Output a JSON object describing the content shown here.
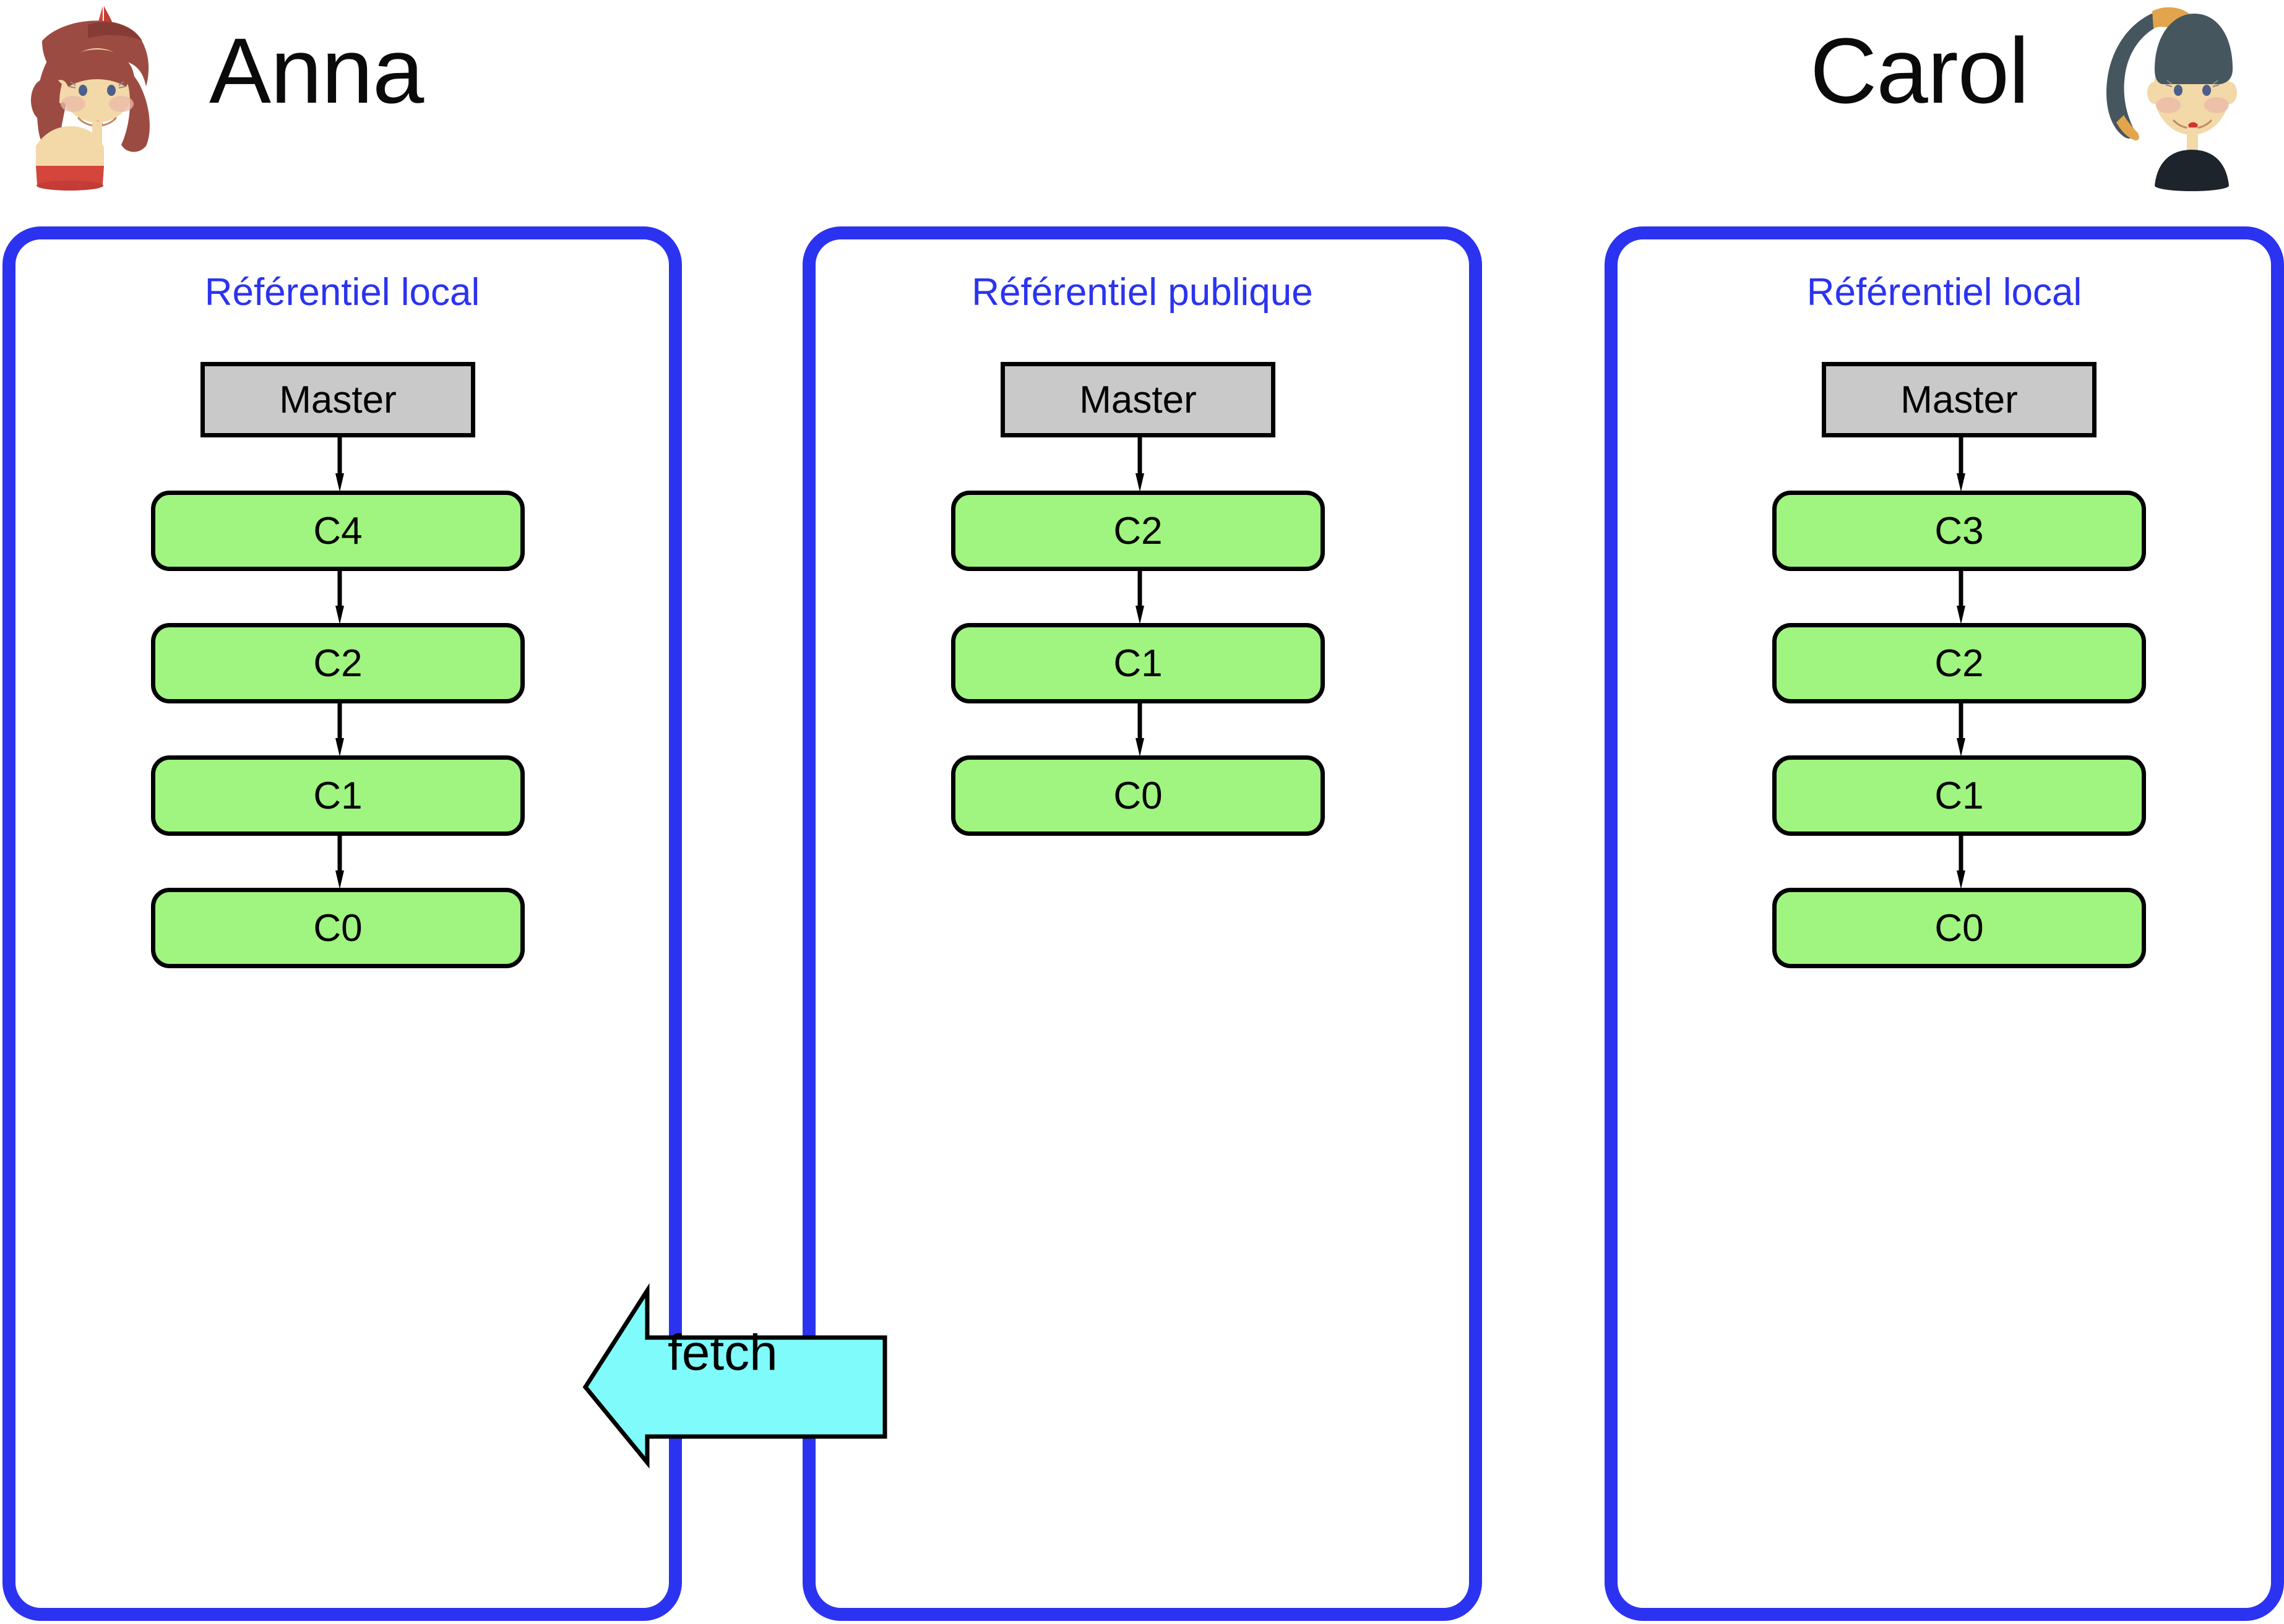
{
  "people": [
    {
      "name": "Anna",
      "avatar_icon": "avatar-anna-icon"
    },
    {
      "name": "Carol",
      "avatar_icon": "avatar-carol-icon"
    }
  ],
  "panels": [
    {
      "id": "anna-local",
      "title": "Référentiel local",
      "branch": "Master",
      "commits": [
        "C4",
        "C2",
        "C1",
        "C0"
      ]
    },
    {
      "id": "public",
      "title": "Référentiel publique",
      "branch": "Master",
      "commits": [
        "C2",
        "C1",
        "C0"
      ]
    },
    {
      "id": "carol-local",
      "title": "Référentiel local",
      "branch": "Master",
      "commits": [
        "C3",
        "C2",
        "C1",
        "C0"
      ]
    }
  ],
  "operation": {
    "label": "fetch",
    "direction": "left",
    "from_panel": "public",
    "to_panel": "anna-local"
  },
  "colors": {
    "panel_border": "#2b33f0",
    "panel_title": "#2b33f0",
    "commit_fill": "#9ff57f",
    "branch_fill": "#c9c9c9",
    "node_stroke": "#000000",
    "fetch_fill": "#7ffbfb",
    "background": "#ffffff"
  }
}
